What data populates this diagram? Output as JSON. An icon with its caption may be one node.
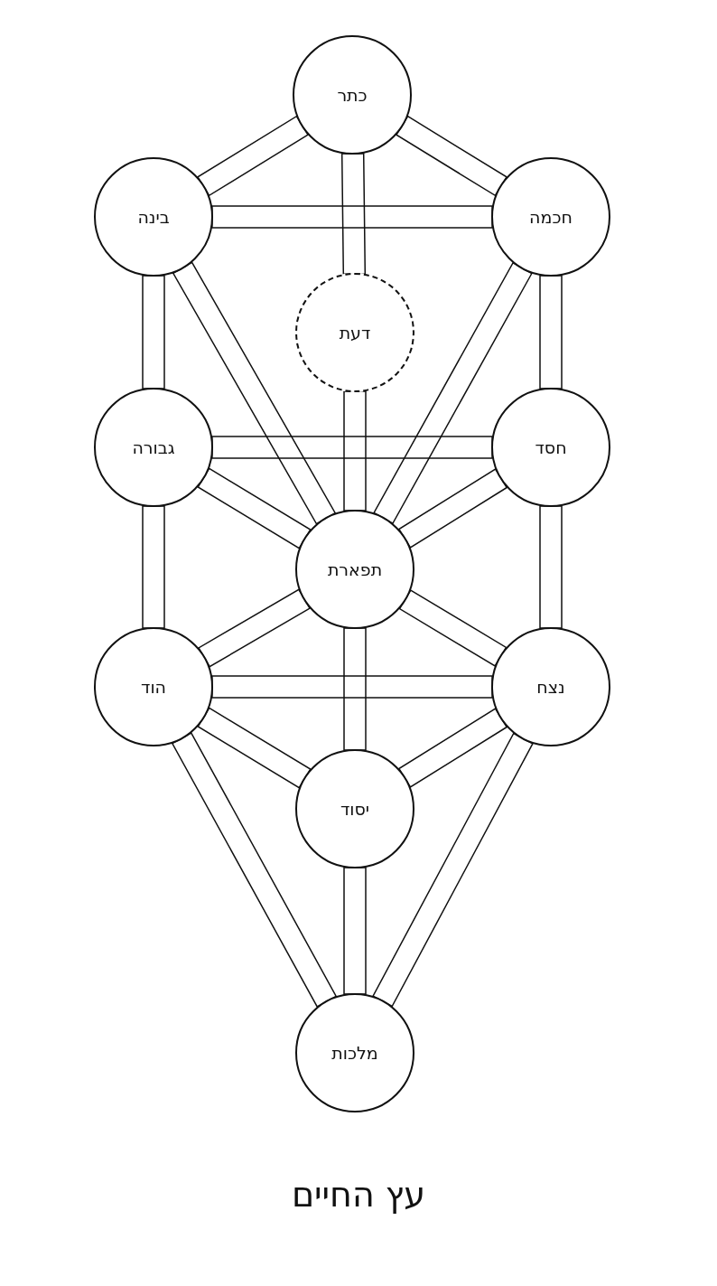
{
  "diagram": {
    "title": "עץ החיים",
    "nodes": [
      {
        "text": [
          "כתר"
        ]
      },
      {
        "text": [
          "בינה"
        ]
      },
      {
        "text": [
          "חכמה"
        ]
      },
      {
        "text": [
          "דעת"
        ]
      },
      {
        "text": [
          "גבורה"
        ]
      },
      {
        "text": [
          "חסד"
        ]
      },
      {
        "text": [
          "תפארת"
        ]
      },
      {
        "text": [
          "הוד"
        ]
      },
      {
        "text": [
          "נצח"
        ]
      },
      {
        "text": [
          "יסוד"
        ]
      },
      {
        "text": [
          "מלכות"
        ]
      }
    ],
    "edges": [
      {
        "from": 0,
        "to": 2,
        "arrow": "none"
      },
      {
        "from": 0,
        "to": 1,
        "arrow": "none"
      },
      {
        "from": 0,
        "to": 3,
        "arrow": "none"
      },
      {
        "from": 3,
        "to": 6,
        "arrow": "none"
      },
      {
        "from": 1,
        "to": 2,
        "arrow": "none"
      },
      {
        "from": 2,
        "to": 5,
        "arrow": "none"
      },
      {
        "from": 2,
        "to": 6,
        "arrow": "none"
      },
      {
        "from": 1,
        "to": 4,
        "arrow": "none"
      },
      {
        "from": 1,
        "to": 6,
        "arrow": "none"
      },
      {
        "from": 4,
        "to": 5,
        "arrow": "none"
      },
      {
        "from": 5,
        "to": 6,
        "arrow": "none"
      },
      {
        "from": 4,
        "to": 6,
        "arrow": "none"
      },
      {
        "from": 5,
        "to": 8,
        "arrow": "none"
      },
      {
        "from": 4,
        "to": 7,
        "arrow": "none"
      },
      {
        "from": 6,
        "to": 8,
        "arrow": "none"
      },
      {
        "from": 6,
        "to": 7,
        "arrow": "none"
      },
      {
        "from": 7,
        "to": 8,
        "arrow": "none"
      },
      {
        "from": 8,
        "to": 9,
        "arrow": "none"
      },
      {
        "from": 7,
        "to": 9,
        "arrow": "none"
      },
      {
        "from": 6,
        "to": 9,
        "arrow": "none"
      },
      {
        "from": 8,
        "to": 10,
        "arrow": "none"
      },
      {
        "from": 7,
        "to": 10,
        "arrow": "none"
      },
      {
        "from": 9,
        "to": 10,
        "arrow": "none"
      }
    ]
  }
}
